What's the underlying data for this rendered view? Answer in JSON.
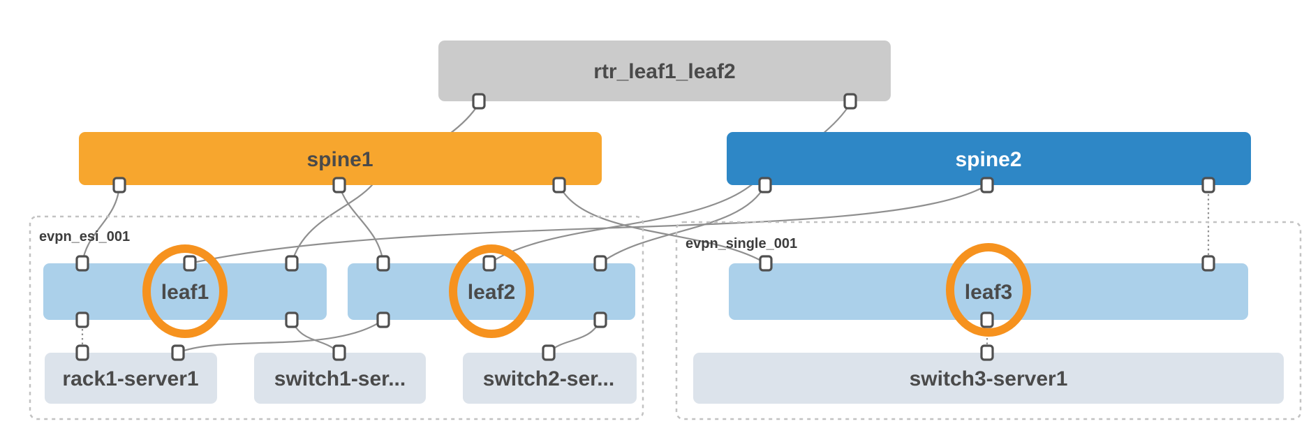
{
  "diagram": {
    "type": "network-topology",
    "description": "EVPN fabric topology with spines, leafs, servers and an external router"
  },
  "containers": [
    {
      "id": "evpn_esi_001",
      "label": "evpn_esi_001"
    },
    {
      "id": "evpn_single_001",
      "label": "evpn_single_001"
    }
  ],
  "nodes": {
    "rtr": {
      "label": "rtr_leaf1_leaf2",
      "role": "external-router",
      "highlighted": false
    },
    "spine1": {
      "label": "spine1",
      "role": "spine",
      "highlighted": false
    },
    "spine2": {
      "label": "spine2",
      "role": "spine",
      "highlighted": false
    },
    "leaf1": {
      "label": "leaf1",
      "role": "leaf",
      "container": "evpn_esi_001",
      "highlighted": true
    },
    "leaf2": {
      "label": "leaf2",
      "role": "leaf",
      "container": "evpn_esi_001",
      "highlighted": true
    },
    "leaf3": {
      "label": "leaf3",
      "role": "leaf",
      "container": "evpn_single_001",
      "highlighted": true
    },
    "rack1_server1": {
      "label": "rack1-server1",
      "role": "server",
      "container": "evpn_esi_001",
      "highlighted": false
    },
    "switch1_server": {
      "label": "switch1-ser...",
      "role": "server",
      "container": "evpn_esi_001",
      "highlighted": false
    },
    "switch2_server": {
      "label": "switch2-ser...",
      "role": "server",
      "container": "evpn_esi_001",
      "highlighted": false
    },
    "switch3_server1": {
      "label": "switch3-server1",
      "role": "server",
      "container": "evpn_single_001",
      "highlighted": false
    }
  },
  "links": [
    {
      "source": "rtr_leaf1_leaf2",
      "target": "leaf1"
    },
    {
      "source": "rtr_leaf1_leaf2",
      "target": "leaf2"
    },
    {
      "source": "spine1",
      "target": "leaf1"
    },
    {
      "source": "spine1",
      "target": "leaf2"
    },
    {
      "source": "spine1",
      "target": "leaf3"
    },
    {
      "source": "spine2",
      "target": "leaf1"
    },
    {
      "source": "spine2",
      "target": "leaf2"
    },
    {
      "source": "spine2",
      "target": "leaf3"
    },
    {
      "source": "leaf1",
      "target": "rack1-server1"
    },
    {
      "source": "leaf2",
      "target": "rack1-server1"
    },
    {
      "source": "leaf1",
      "target": "switch1-ser..."
    },
    {
      "source": "leaf2",
      "target": "switch2-ser..."
    },
    {
      "source": "leaf3",
      "target": "switch3-server1"
    }
  ],
  "colors": {
    "spine1": "#F7A62E",
    "spine2": "#2E87C6",
    "leaf": "#ABD0EA",
    "server": "#DCE3EB",
    "external_router": "#CBCBCB",
    "highlight": "#F6921E",
    "link": "#8F8F8F",
    "label_text": "#4A4A4A"
  }
}
